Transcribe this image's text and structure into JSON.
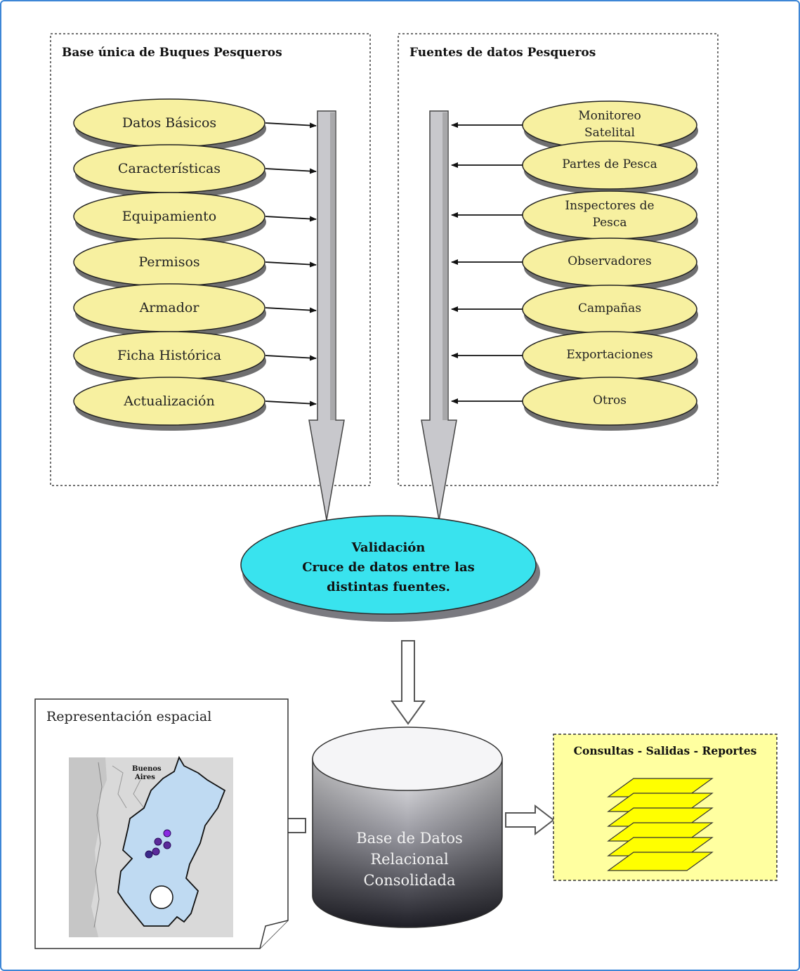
{
  "left_panel": {
    "title": "Base única de Buques Pesqueros",
    "items": [
      "Datos Básicos",
      "Características",
      "Equipamiento",
      "Permisos",
      "Armador",
      "Ficha Histórica",
      "Actualización"
    ]
  },
  "right_panel": {
    "title": "Fuentes de datos Pesqueros",
    "items": [
      [
        "Monitoreo",
        "Satelital"
      ],
      [
        "Partes de Pesca"
      ],
      [
        "Inspectores de",
        "Pesca"
      ],
      [
        "Observadores"
      ],
      [
        "Campañas"
      ],
      [
        "Exportaciones"
      ],
      [
        "Otros"
      ]
    ]
  },
  "validation": {
    "lines": [
      "Validación",
      "Cruce de datos entre las",
      "distintas fuentes."
    ]
  },
  "database": {
    "lines": [
      "Base de Datos",
      "Relacional",
      "Consolidada"
    ]
  },
  "spatial": {
    "title": "Representación espacial",
    "map_labels": [
      "Buenos",
      "Aires"
    ]
  },
  "outputs": {
    "title": "Consultas - Salidas - Reportes"
  },
  "colors": {
    "frame": "#3d86d6",
    "ellipse_fill": "#f7f0a0",
    "validation_fill": "#39e3ee",
    "outputs_fill": "#ffffa0",
    "layer_fill": "#ffff00",
    "map_sea": "#bfdaf2",
    "arrow_fill": "#c8c8cc"
  }
}
